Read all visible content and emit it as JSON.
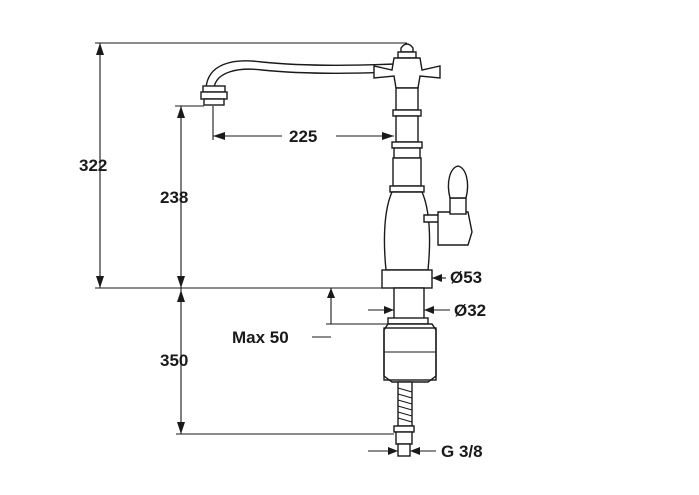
{
  "dimensions": {
    "total_height": "322",
    "spout_height": "238",
    "spout_reach": "225",
    "base_diameter": "Ø53",
    "shank_diameter": "Ø32",
    "max_deck_thickness": "Max 50",
    "below_deck_length": "350",
    "connection_thread": "G 3/8"
  }
}
